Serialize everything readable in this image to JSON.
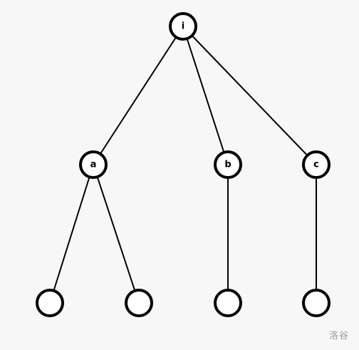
{
  "tree": {
    "nodes": [
      {
        "id": "i",
        "label": "i"
      },
      {
        "id": "a",
        "label": "a"
      },
      {
        "id": "b",
        "label": "b"
      },
      {
        "id": "c",
        "label": "c"
      },
      {
        "id": "l1",
        "label": ""
      },
      {
        "id": "l2",
        "label": ""
      },
      {
        "id": "l3",
        "label": ""
      },
      {
        "id": "l4",
        "label": ""
      }
    ],
    "edges": [
      {
        "from": "i",
        "to": "a"
      },
      {
        "from": "i",
        "to": "b"
      },
      {
        "from": "i",
        "to": "c"
      },
      {
        "from": "a",
        "to": "l1"
      },
      {
        "from": "a",
        "to": "l2"
      },
      {
        "from": "b",
        "to": "l3"
      },
      {
        "from": "c",
        "to": "l4"
      }
    ]
  },
  "watermark": "洛谷"
}
